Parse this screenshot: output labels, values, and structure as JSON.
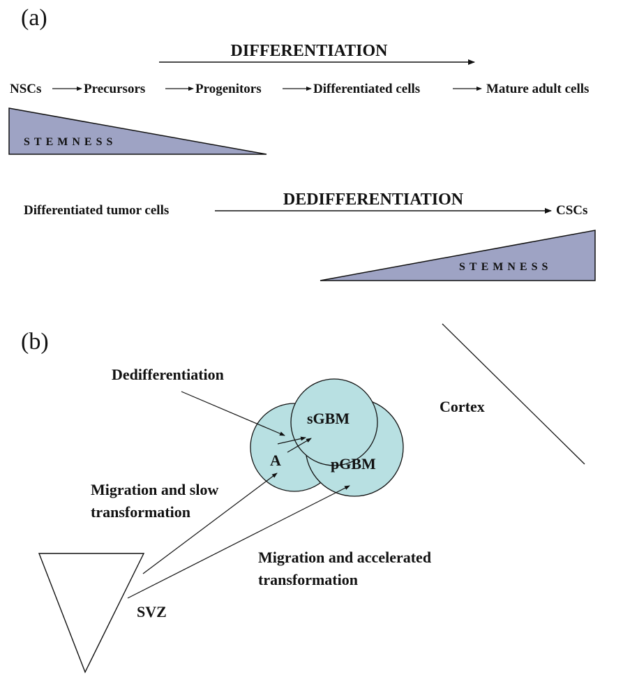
{
  "colors": {
    "triangle_fill": "#9EA3C4",
    "circle_fill": "#B8E0E2",
    "stroke": "#111111"
  },
  "panel_a": {
    "label": "(a)",
    "differentiation_header": "DIFFERENTIATION",
    "stages": [
      "NSCs",
      "Precursors",
      "Progenitors",
      "Differentiated cells",
      "Mature adult cells"
    ],
    "stemness_label": "STEMNESS",
    "dedifferentiation_header": "DEDIFFERENTIATION",
    "start_label": "Differentiated tumor cells",
    "end_label": "CSCs",
    "stemness_label_2": "STEMNESS"
  },
  "panel_b": {
    "label": "(b)",
    "dedifferentiation_label": "Dedifferentiation",
    "cortex_label": "Cortex",
    "circle_labels": {
      "a": "A",
      "sgbm": "sGBM",
      "pgbm": "pGBM"
    },
    "slow_label_line1": "Migration and slow",
    "slow_label_line2": "transformation",
    "accel_label_line1": "Migration and accelerated",
    "accel_label_line2": "transformation",
    "svz_label": "SVZ"
  }
}
